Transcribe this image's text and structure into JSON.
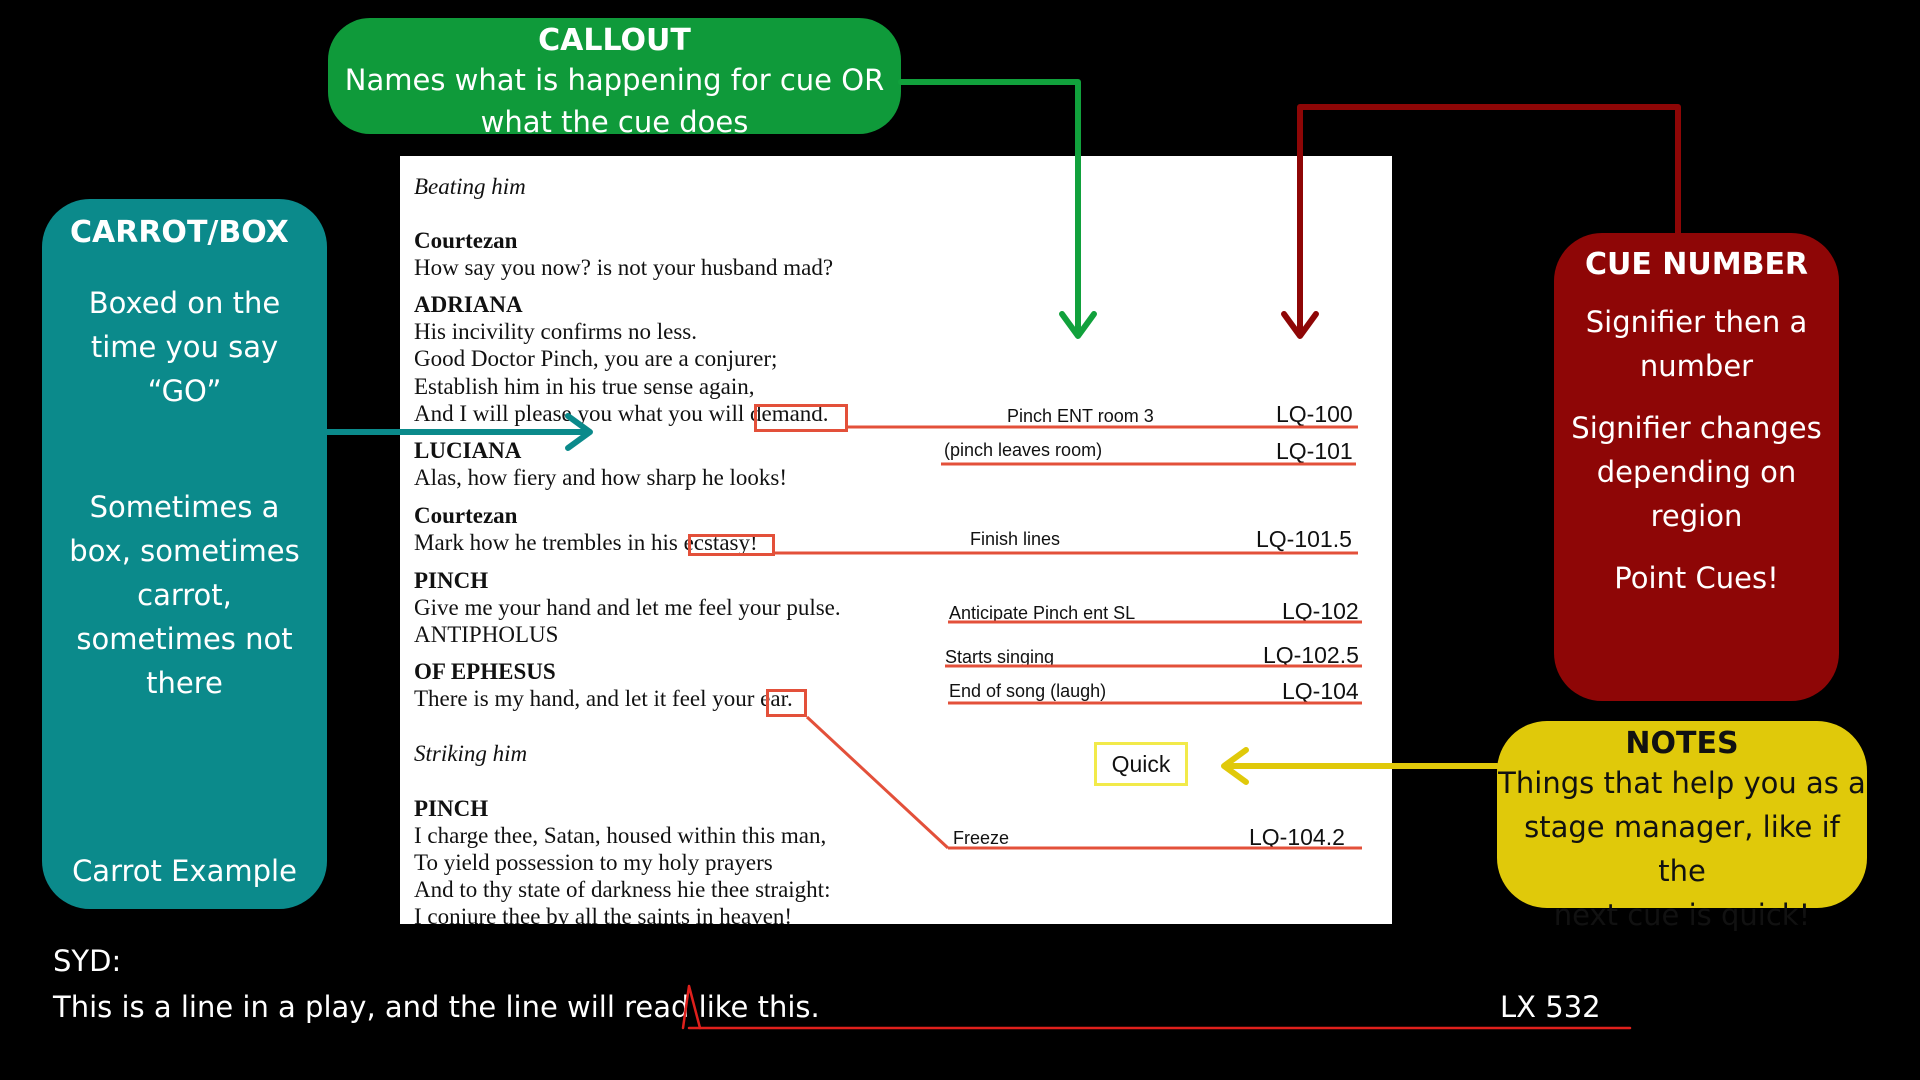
{
  "callout": {
    "title": "CALLOUT",
    "lines": [
      "Names what is happening for cue OR",
      "what the cue does"
    ]
  },
  "carrot_box": {
    "title": "CARROT/BOX",
    "para1": [
      "Boxed on the",
      "time you say",
      "“GO”"
    ],
    "para2": [
      "Sometimes a",
      "box, sometimes",
      "carrot,",
      "sometimes not",
      "there"
    ],
    "footer": "Carrot Example"
  },
  "cue_number": {
    "title": "CUE NUMBER",
    "para1": [
      "Signifier then a",
      "number"
    ],
    "para2": [
      "Signifier changes",
      "depending on",
      "region"
    ],
    "para3": "Point Cues!"
  },
  "notes": {
    "title": "NOTES",
    "lines": [
      "Things that help you as a",
      "stage manager, like if the",
      "next cue is quick!"
    ]
  },
  "script": {
    "lines": [
      "Beating him",
      "Courtezan",
      "How say you now? is not your husband mad?",
      "ADRIANA",
      "His incivility confirms no less.",
      "Good Doctor Pinch, you are a conjurer;",
      "Establish him in his true sense again,",
      "And I will please you what you will demand.",
      "LUCIANA",
      "Alas, how fiery and how sharp he looks!",
      "Courtezan",
      "Mark how he trembles in his ecstasy!",
      "PINCH",
      "Give me your hand and let me feel your pulse.",
      "ANTIPHOLUS",
      "OF EPHESUS",
      "There is my hand, and let it feel your ear.",
      "Striking him",
      "PINCH",
      "I charge thee, Satan, housed within this man,",
      "To yield possession to my holy prayers",
      "And to thy state of darkness hie thee straight:",
      "I conjure thee by all the saints in heaven!"
    ],
    "cues": [
      {
        "note": "Pinch ENT room 3",
        "number": "LQ-100"
      },
      {
        "note": "(pinch leaves room)",
        "number": "LQ-101"
      },
      {
        "note": "Finish lines",
        "number": "LQ-101.5"
      },
      {
        "note": "Anticipate Pinch ent SL",
        "number": "LQ-102"
      },
      {
        "note": "Starts singing",
        "number": "LQ-102.5"
      },
      {
        "note": "End of song (laugh)",
        "number": "LQ-104"
      },
      {
        "note": "Freeze",
        "number": "LQ-104.2"
      }
    ],
    "quick": "Quick"
  },
  "example": {
    "speaker": "SYD:",
    "line": "This is a line in a play, and the line will read like this.",
    "cue": "LX 532"
  },
  "colors": {
    "green": "#0f9a3a",
    "teal": "#0b8a8b",
    "red": "#8e0606",
    "yellow": "#e0c90a",
    "markup": "#e3503a"
  }
}
